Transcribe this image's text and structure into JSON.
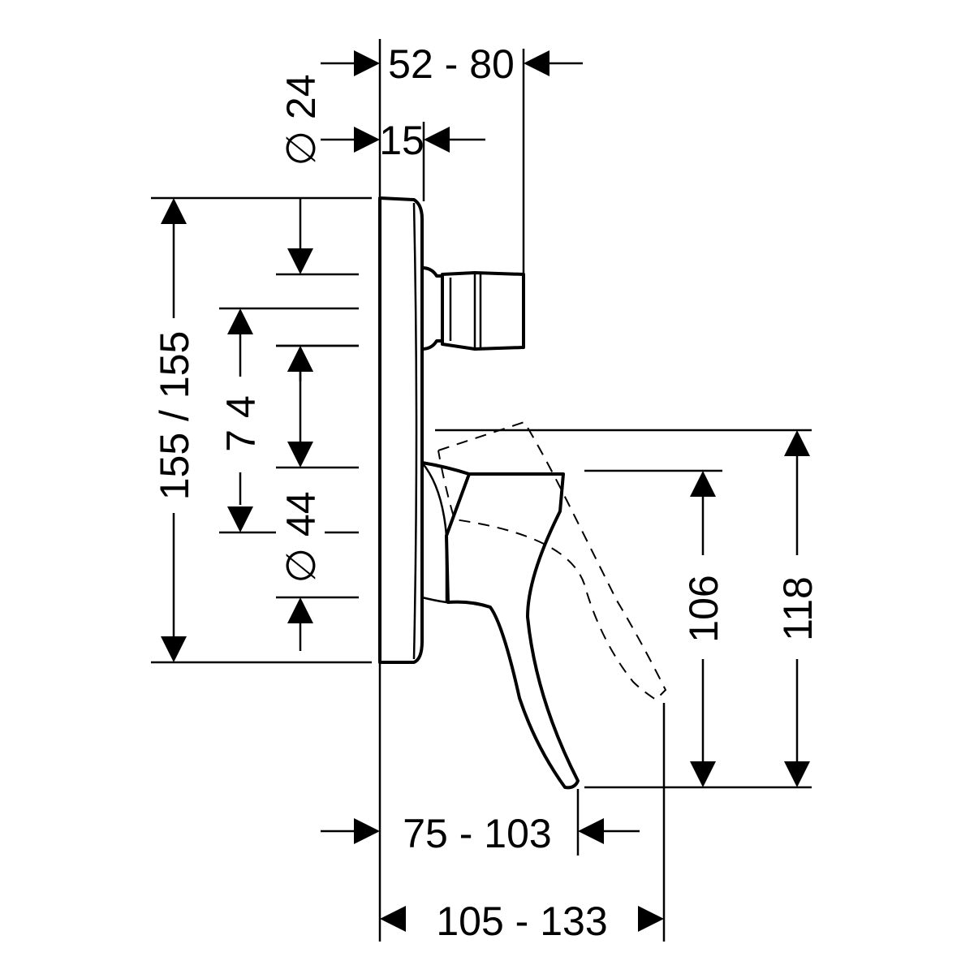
{
  "drawing": {
    "dimensions": {
      "top_depth_range": "52 - 80",
      "top_offset": "15",
      "outlet_diameter": "∅ 24",
      "plate_height": "155 / 155",
      "cartridge_distance": "7 4",
      "handle_diameter": "∅ 44",
      "handle_height": "106",
      "total_height": "118",
      "handle_depth_range": "75 - 103",
      "total_depth_range": "105 - 133"
    }
  }
}
